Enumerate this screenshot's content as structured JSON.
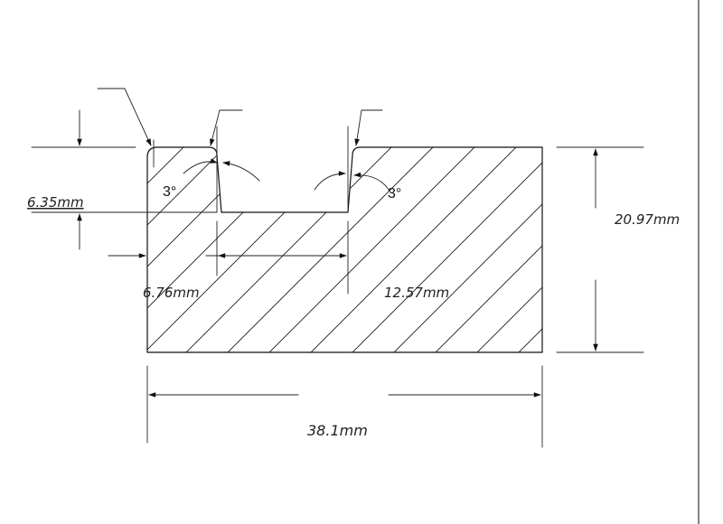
{
  "drawing": {
    "dimensions": {
      "slot_depth": "6.35mm",
      "total_height": "20.97mm",
      "left_offset": "6.76mm",
      "slot_width": "12.57mm",
      "total_width": "38.1mm"
    },
    "angles": {
      "left_wall": "3°",
      "right_wall": "3°"
    },
    "line_color": "#111111"
  }
}
